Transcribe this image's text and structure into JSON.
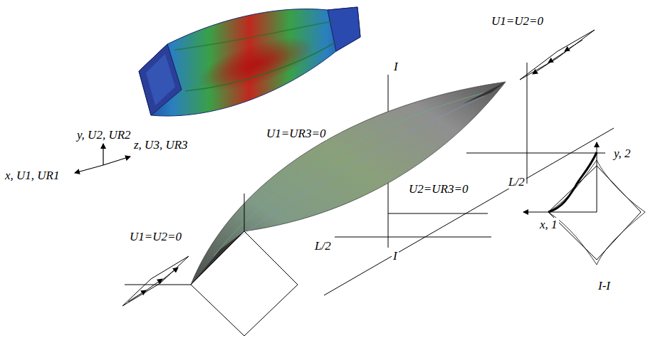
{
  "diagram": {
    "labels": [
      "y, U2, UR2",
      "z, U3, UR3",
      "x, U1, UR1",
      "U1=U2=0",
      "I",
      "U1=UR3=0",
      "L/2",
      "U2=UR3=0",
      "I",
      "y, 2",
      "x, 1",
      "U1=U2=0",
      "L/2",
      "I-I"
    ]
  }
}
